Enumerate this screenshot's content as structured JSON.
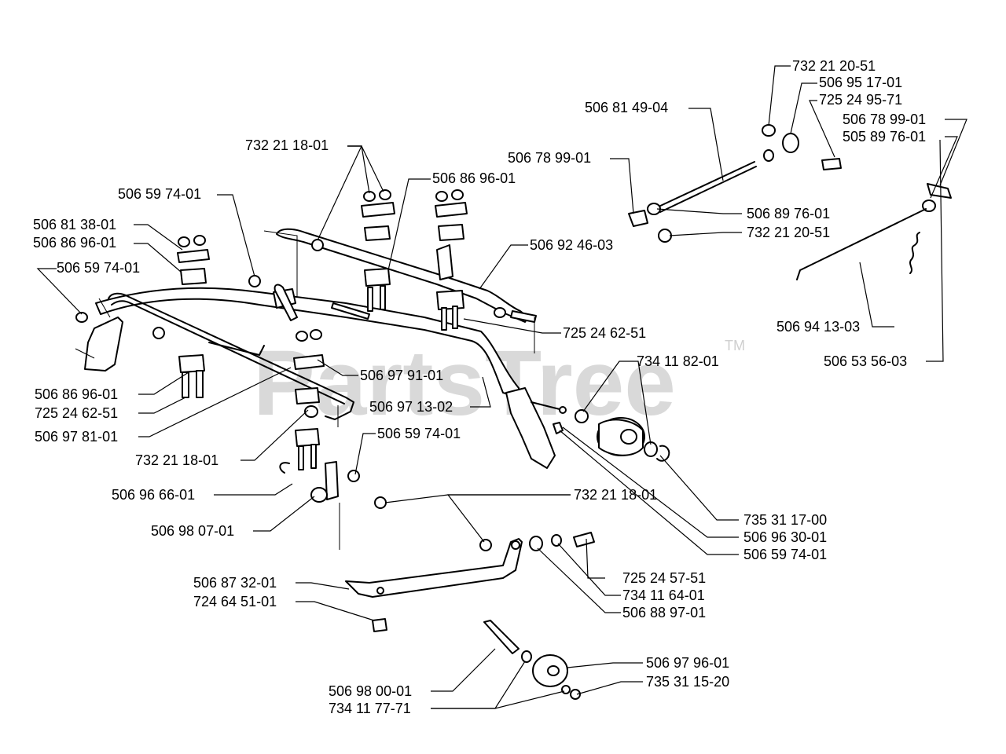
{
  "watermark": {
    "text": "PartsTree",
    "trademark": "TM"
  },
  "callouts": [
    "732 21 20-51",
    "506 95 17-01",
    "725 24 95-71",
    "506 81 49-04",
    "506 78 99-01",
    "505 89 76-01",
    "506 78 99-01",
    "732 21 18-01",
    "506 86 96-01",
    "506 59 74-01",
    "506 81 38-01",
    "506 86 96-01",
    "506 59 74-01",
    "506 92 46-03",
    "506 89 76-01",
    "732 21 20-51",
    "725 24 62-51",
    "506 94 13-03",
    "734 11 82-01",
    "506 97 91-01",
    "506 53 56-03",
    "506 86 96-01",
    "506 97 13-02",
    "725 24 62-51",
    "506 97 81-01",
    "506 59 74-01",
    "732 21 18-01",
    "506 96 66-01",
    "732 21 18-01",
    "735 31 17-00",
    "506 98 07-01",
    "506 96 30-01",
    "506 59 74-01",
    "725 24 57-51",
    "506 87 32-01",
    "734 11 64-01",
    "724 64 51-01",
    "506 88 97-01",
    "506 97 96-01",
    "735 31 15-20",
    "506 98 00-01",
    "734 11 77-71"
  ]
}
